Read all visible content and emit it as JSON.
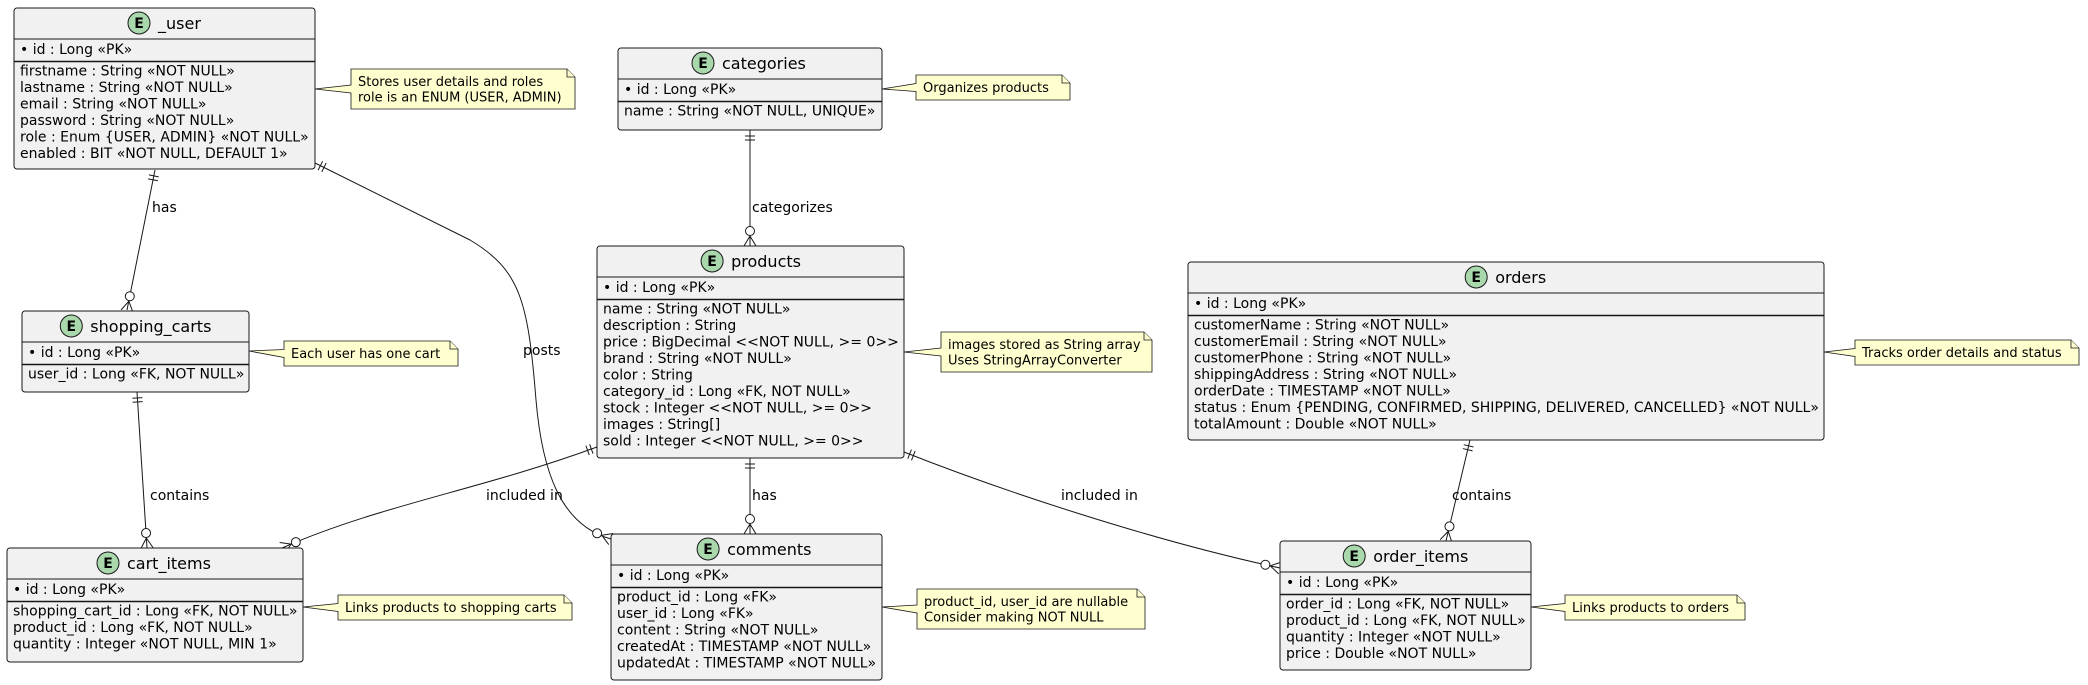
{
  "entities": [
    {
      "id": "user",
      "name": "_user",
      "pk": [
        "• id : Long «PK»"
      ],
      "fields": [
        "firstname : String «NOT NULL»",
        "lastname : String «NOT NULL»",
        "email : String «NOT NULL»",
        "password : String «NOT NULL»",
        "role : Enum {USER, ADMIN} «NOT NULL»",
        "enabled : BIT «NOT NULL, DEFAULT 1»"
      ]
    },
    {
      "id": "categories",
      "name": "categories",
      "pk": [
        "• id : Long «PK»"
      ],
      "fields": [
        "name : String «NOT NULL, UNIQUE»"
      ]
    },
    {
      "id": "products",
      "name": "products",
      "pk": [
        "• id : Long «PK»"
      ],
      "fields": [
        "name : String «NOT NULL»",
        "description : String",
        "price : BigDecimal <<NOT NULL, >= 0>>",
        "brand : String «NOT NULL»",
        "color : String",
        "category_id : Long «FK, NOT NULL»",
        "stock : Integer <<NOT NULL, >= 0>>",
        "images : String[]",
        "sold : Integer <<NOT NULL, >= 0>>"
      ]
    },
    {
      "id": "orders",
      "name": "orders",
      "pk": [
        "• id : Long «PK»"
      ],
      "fields": [
        "customerName : String «NOT NULL»",
        "customerEmail : String «NOT NULL»",
        "customerPhone : String «NOT NULL»",
        "shippingAddress : String «NOT NULL»",
        "orderDate : TIMESTAMP «NOT NULL»",
        "status : Enum {PENDING, CONFIRMED, SHIPPING, DELIVERED, CANCELLED} «NOT NULL»",
        "totalAmount : Double «NOT NULL»"
      ]
    },
    {
      "id": "shopping_carts",
      "name": "shopping_carts",
      "pk": [
        "• id : Long «PK»"
      ],
      "fields": [
        "user_id : Long «FK, NOT NULL»"
      ]
    },
    {
      "id": "cart_items",
      "name": "cart_items",
      "pk": [
        "• id : Long «PK»"
      ],
      "fields": [
        "shopping_cart_id : Long «FK, NOT NULL»",
        "product_id : Long «FK, NOT NULL»",
        "quantity : Integer «NOT NULL, MIN 1»"
      ]
    },
    {
      "id": "comments",
      "name": "comments",
      "pk": [
        "• id : Long «PK»"
      ],
      "fields": [
        "product_id : Long «FK»",
        "user_id : Long «FK»",
        "content : String «NOT NULL»",
        "createdAt : TIMESTAMP «NOT NULL»",
        "updatedAt : TIMESTAMP «NOT NULL»"
      ]
    },
    {
      "id": "order_items",
      "name": "order_items",
      "pk": [
        "• id : Long «PK»"
      ],
      "fields": [
        "order_id : Long «FK, NOT NULL»",
        "product_id : Long «FK, NOT NULL»",
        "quantity : Integer «NOT NULL»",
        "price : Double «NOT NULL»"
      ]
    }
  ],
  "notes": [
    {
      "id": "user",
      "lines": [
        "Stores user details and roles",
        "role is an ENUM (USER, ADMIN)"
      ]
    },
    {
      "id": "categories",
      "lines": [
        "Organizes products"
      ]
    },
    {
      "id": "products",
      "lines": [
        "images stored as String array",
        "Uses StringArrayConverter"
      ]
    },
    {
      "id": "orders",
      "lines": [
        "Tracks order details and status"
      ]
    },
    {
      "id": "shopping_carts",
      "lines": [
        "Each user has one cart"
      ]
    },
    {
      "id": "cart_items",
      "lines": [
        "Links products to shopping carts"
      ]
    },
    {
      "id": "comments",
      "lines": [
        "product_id, user_id are nullable",
        "Consider making NOT NULL"
      ]
    },
    {
      "id": "order_items",
      "lines": [
        "Links products to orders"
      ]
    }
  ],
  "relationships": [
    {
      "id": "user-has-carts",
      "label": "has"
    },
    {
      "id": "user-posts-comments",
      "label": "posts"
    },
    {
      "id": "categories-categorizes-products",
      "label": "categorizes"
    },
    {
      "id": "carts-contains-items",
      "label": "contains"
    },
    {
      "id": "products-included-cart",
      "label": "included in"
    },
    {
      "id": "products-has-comments",
      "label": "has"
    },
    {
      "id": "products-included-order",
      "label": "included in"
    },
    {
      "id": "orders-contains-items",
      "label": "contains"
    }
  ],
  "badge_letter": "E",
  "colors": {
    "entity_fill": "#f1f1f1",
    "entity_border": "#181818",
    "badge_fill": "#a9d8ad",
    "note_fill": "#fefece",
    "line": "#181818"
  }
}
